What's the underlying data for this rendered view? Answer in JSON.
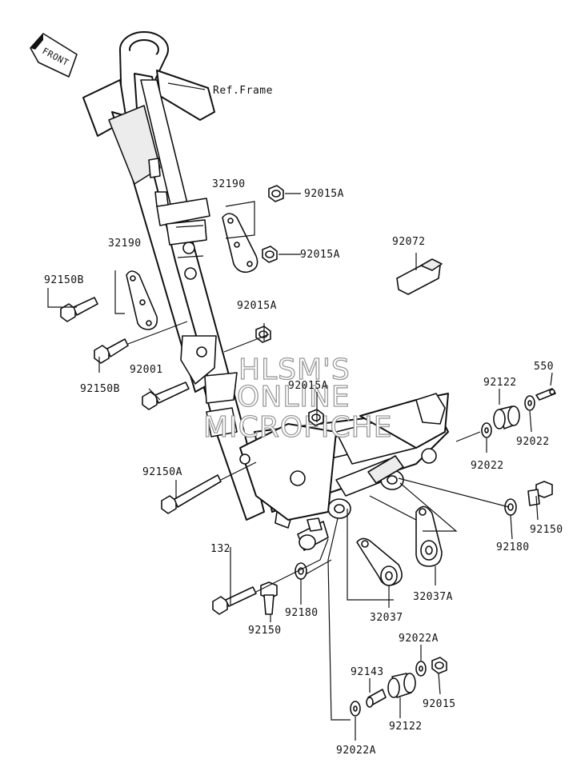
{
  "front_arrow": {
    "text": "FRONT"
  },
  "ref_frame": "Ref.Frame",
  "watermark": {
    "line1": "HLSM'S",
    "line2": "ONLINE",
    "line3": "MICROFICHE"
  },
  "parts": {
    "p32190_right": "32190",
    "p92015A_top": "92015A",
    "p92015A_second": "92015A",
    "p32190_left": "32190",
    "p92150B_top": "92150B",
    "p92072": "92072",
    "p92015A_mid": "92015A",
    "p92001": "92001",
    "p92150B_bottom": "92150B",
    "p92015A_lower": "92015A",
    "p550": "550",
    "p92122_right": "92122",
    "p92022_right": "92022",
    "p92022_mid": "92022",
    "p92150A": "92150A",
    "p92150_right": "92150",
    "p92180_right": "92180",
    "p132": "132",
    "p32037A": "32037A",
    "p92180_left": "92180",
    "p32037": "32037",
    "p92150_bottom": "92150",
    "p92022A_top": "92022A",
    "p92143": "92143",
    "p92015": "92015",
    "p92122_bottom": "92122",
    "p92022A_bottom": "92022A"
  }
}
